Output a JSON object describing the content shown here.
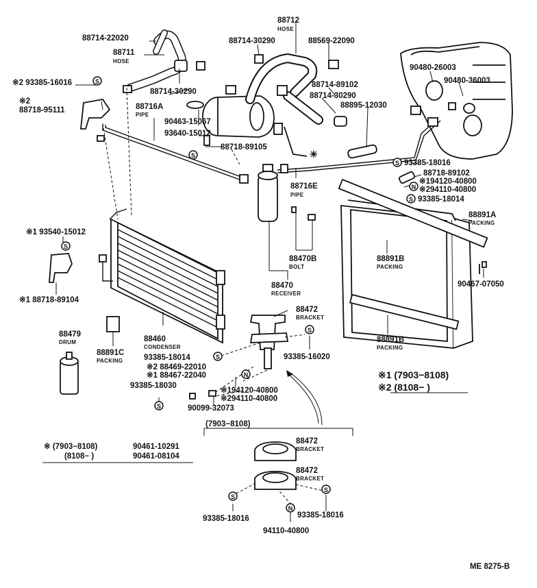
{
  "labels": {
    "hose_88712": "88712",
    "hose_88712_sub": "HOSE",
    "p_88714_22020": "88714-22020",
    "p_88711": "88711",
    "p_88711_sub": "HOSE",
    "p_88714_30290_a": "88714-30290",
    "p_88569_22090": "88569-22090",
    "p_90480_26003": "90480-26003",
    "p_90480_36003": "90480-36003",
    "p_93385_16016_a": "93385-16016",
    "mark_2a": "※2",
    "mark_2b": "※2",
    "p_88718_95111": "88718-95111",
    "p_88714_30290_b": "88714-30290",
    "p_88714_89102": "88714-89102",
    "p_88714_30290_c": "88714-30290",
    "p_88716a": "88716A",
    "p_88716a_sub": "PIPE",
    "p_88895_12030": "88895-12030",
    "p_90463_15067": "90463-15067",
    "p_93640_15012": "93640-15012",
    "p_88718_89105": "88718-89105",
    "p_93385_18016_b": "93385-18016",
    "p_88718_89102": "88718-89102",
    "p_94120_40800_a": "※194120-40800",
    "p_94110_40800_a": "※294110-40800",
    "p_93385_18014_a": "93385-18014",
    "p_88716e": "88716E",
    "p_88716e_sub": "PIPE",
    "p_88891a": "88891A",
    "p_88891a_sub": "PACKING",
    "p_93540_15012": "※1 93540-15012",
    "p_88891b_a": "88891B",
    "p_88891b_a_sub": "PACKING",
    "p_88470b": "88470B",
    "p_88470b_sub": "BOLT",
    "p_90467_07050": "90467-07050",
    "p_88718_89104": "※1 88718-89104",
    "p_88470": "88470",
    "p_88470_sub": "RECEIVER",
    "p_88472_a": "88472",
    "p_88472_a_sub": "BRACKET",
    "p_88479": "88479",
    "p_88479_sub": "DRUM",
    "p_88460": "88460",
    "p_88460_sub": "CONDENSER",
    "p_88891c": "88891C",
    "p_88891c_sub": "PACKING",
    "p_88891b_b": "88891B",
    "p_88891b_b_sub": "PACKING",
    "p_93385_16020": "93385-16020",
    "p_93385_18014_b": "93385-18014",
    "p_88469_22010": "※2 88469-22010",
    "p_88467_22040": "※1 88467-22040",
    "p_93385_18030": "93385-18030",
    "p_94120_40800_b": "※194120-40800",
    "p_94110_40800_b": "※294110-40800",
    "p_90099_32073": "90099-32073",
    "legend_1": "※1  (7903−8108)",
    "legend_2": "※2  (8108−        )",
    "range_7903_8108": "(7903−8108)",
    "p_88472_b": "88472",
    "p_88472_b_sub": "BRACKET",
    "p_88472_c": "88472",
    "p_88472_c_sub": "BRACKET",
    "note_row1_range": "※  (7903−8108)",
    "note_row1_part": "90461-10291",
    "note_row2_range": "(8108−         )",
    "note_row2_part": "90461-08104",
    "p_93385_18016_c": "93385-18016",
    "p_93385_18016_d": "93385-18016",
    "p_94110_40800_c": "94110-40800",
    "diagram_code": "ME 8275-B"
  },
  "marker_letters": {
    "s": "S",
    "n": "N"
  }
}
